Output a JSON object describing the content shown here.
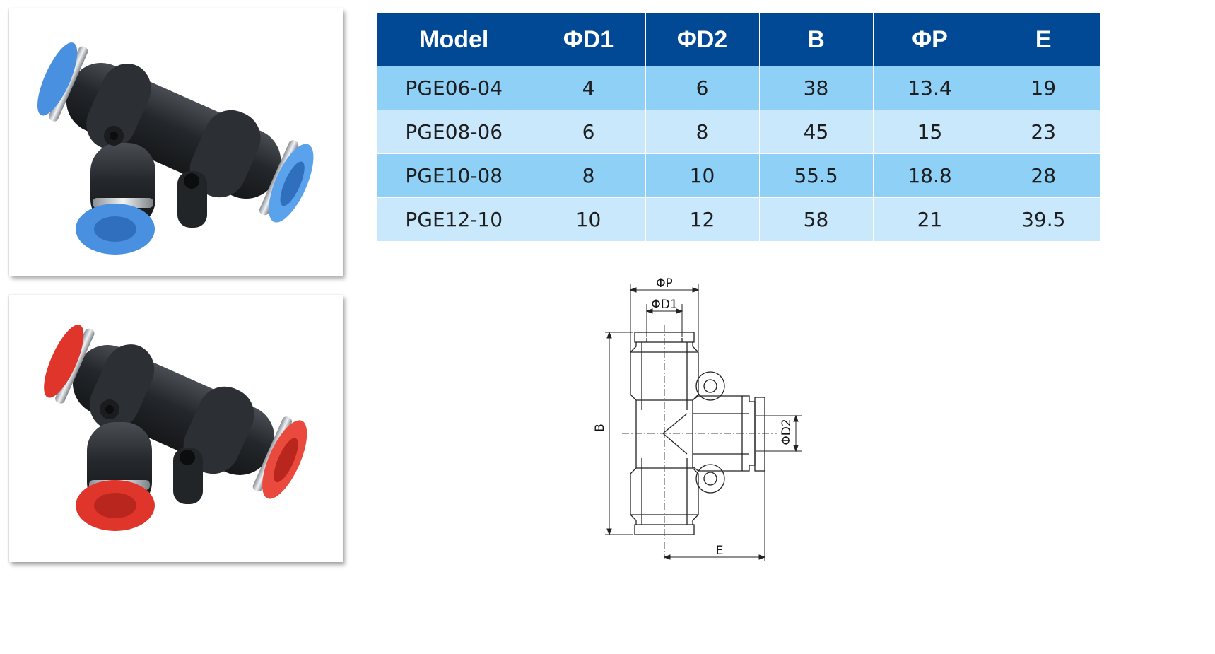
{
  "table": {
    "headers": [
      "Model",
      "ΦD1",
      "ΦD2",
      "B",
      "ΦP",
      "E"
    ],
    "rows": [
      [
        "PGE06-04",
        "4",
        "6",
        "38",
        "13.4",
        "19"
      ],
      [
        "PGE08-06",
        "6",
        "8",
        "45",
        "15",
        "23"
      ],
      [
        "PGE10-08",
        "8",
        "10",
        "55.5",
        "18.8",
        "28"
      ],
      [
        "PGE12-10",
        "10",
        "12",
        "58",
        "21",
        "39.5"
      ]
    ]
  },
  "drawing": {
    "label_p": "ΦP",
    "label_d1": "ΦD1",
    "label_d2": "ΦD2",
    "label_b": "B",
    "label_e": "E"
  },
  "photos": [
    {
      "collet_color": "#4a90e0"
    },
    {
      "collet_color": "#e0352b"
    }
  ],
  "colors": {
    "header_bg": "#014994",
    "row_dark": "#8fd0f7",
    "row_light": "#c9e8fb",
    "fitting_body": "#2a2d31"
  }
}
